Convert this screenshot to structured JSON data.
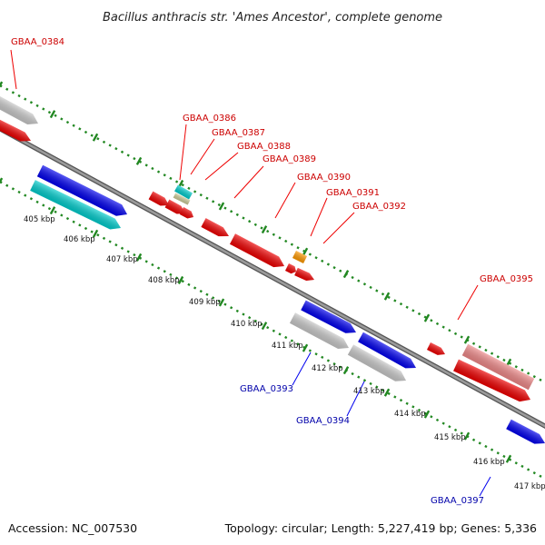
{
  "title": "Bacillus anthracis str. 'Ames Ancestor', complete genome",
  "footer": {
    "accession": "Accession: NC_007530",
    "summary": "Topology: circular; Length: 5,227,419 bp; Genes: 5,336"
  },
  "scale_kbp": [
    "405 kbp",
    "406 kbp",
    "407 kbp",
    "408 kbp",
    "409 kbp",
    "410 kbp",
    "411 kbp",
    "412 kbp",
    "413 kbp",
    "414 kbp",
    "415 kbp",
    "416 kbp",
    "417 kbp"
  ],
  "genes_forward": [
    "GBAA_0384",
    "GBAA_0386",
    "GBAA_0387",
    "GBAA_0388",
    "GBAA_0389",
    "GBAA_0390",
    "GBAA_0391",
    "GBAA_0392",
    "GBAA_0395"
  ],
  "genes_reverse": [
    "GBAA_0393",
    "GBAA_0394",
    "GBAA_0397"
  ],
  "colors": {
    "backbone": "#888888",
    "ticks": "#228822",
    "forward_label": "#cc0000",
    "reverse_label": "#0000aa",
    "cds_red": "#ee0000",
    "cds_pink": "#ee8888",
    "cds_blue": "#0000ee",
    "cds_cyan": "#00cccc",
    "cds_gray": "#c8c8c8",
    "cds_orange": "#ff9900",
    "cds_tan": "#cccc99"
  }
}
